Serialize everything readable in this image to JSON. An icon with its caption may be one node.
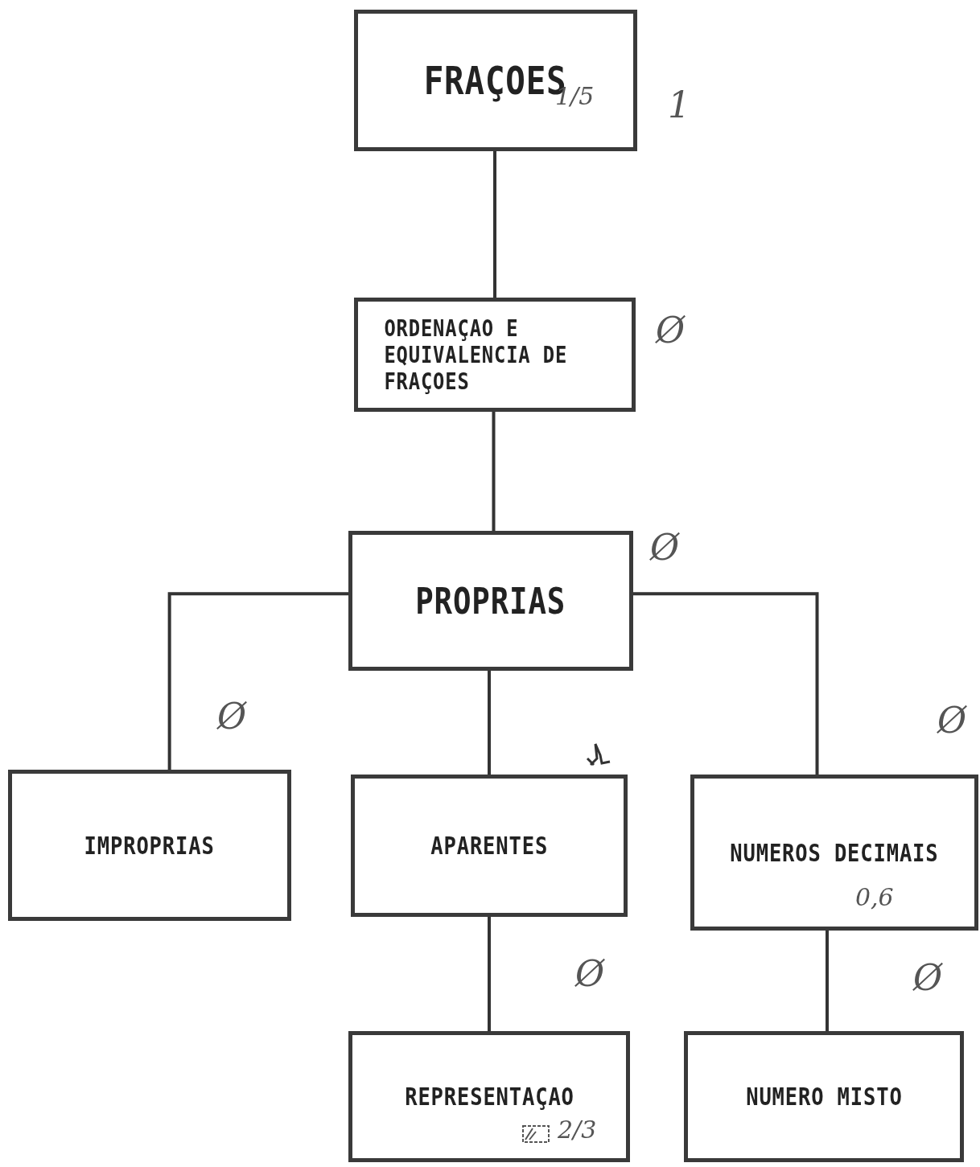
{
  "diagram": {
    "nodes": [
      {
        "text": [
          "FRAÇOES",
          "1/5"
        ],
        "beside": [
          "1"
        ]
      },
      {
        "text": [
          "ORDENAÇAO E EQUIVALENCIA DE FRAÇOES"
        ],
        "beside": [
          "Ø"
        ]
      },
      {
        "text": [
          "PROPRIAS"
        ],
        "beside": [
          "Ø"
        ]
      },
      {
        "text": [
          "IMPROPRIAS"
        ],
        "beside": [
          "Ø"
        ]
      },
      {
        "text": [
          "APARENTES"
        ]
      },
      {
        "text": [
          "NUMEROS DECIMAIS",
          "0,6"
        ],
        "beside": [
          "Ø"
        ]
      },
      {
        "text": [
          "REPRESENTAÇAO",
          "2/3"
        ],
        "beside": [
          "Ø"
        ]
      },
      {
        "text": [
          "NUMERO MISTO"
        ],
        "beside": [
          "Ø"
        ]
      }
    ],
    "edges": [
      {
        "from": 0,
        "to": 1,
        "arrow": "none"
      },
      {
        "from": 1,
        "to": 2,
        "arrow": "none"
      },
      {
        "from": 2,
        "to": 3,
        "arrow": "none"
      },
      {
        "from": 2,
        "to": 4,
        "arrow": "none"
      },
      {
        "from": 2,
        "to": 5,
        "arrow": "none"
      },
      {
        "from": 4,
        "to": 6,
        "arrow": "none"
      },
      {
        "from": 5,
        "to": 7,
        "arrow": "none"
      }
    ]
  }
}
